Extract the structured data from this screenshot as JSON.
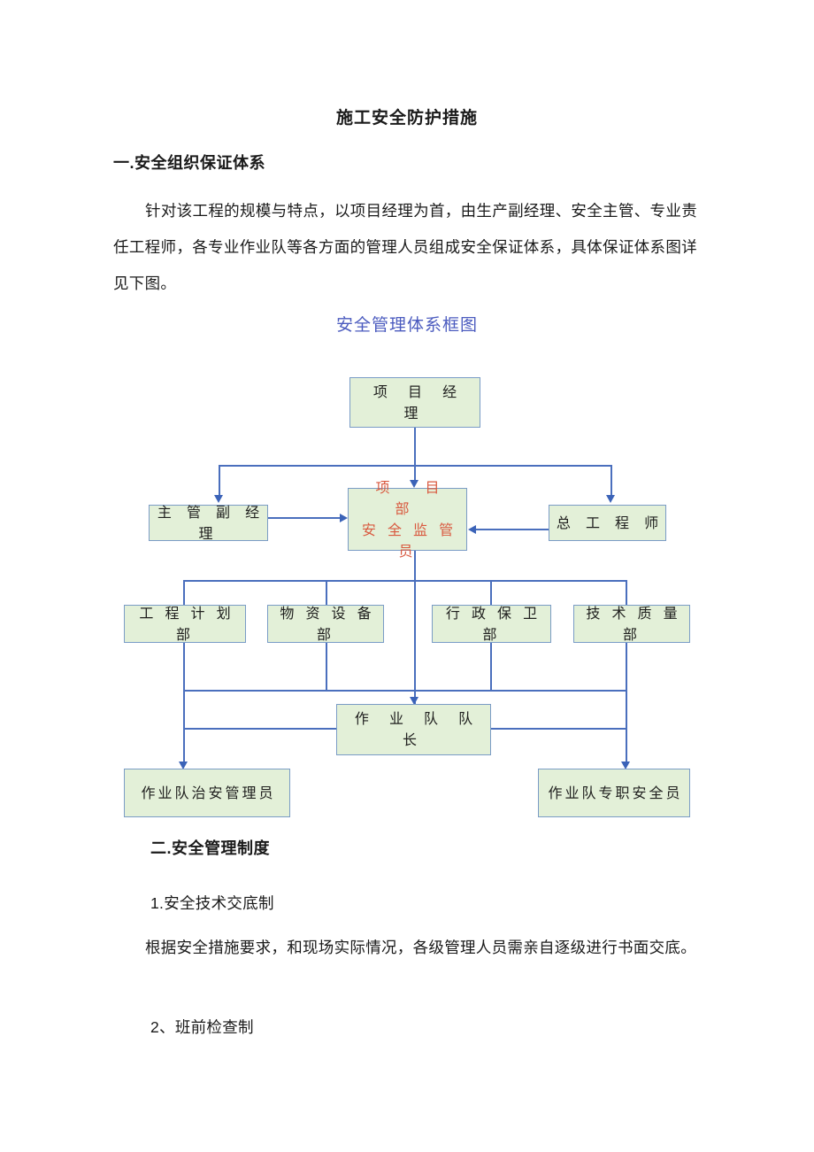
{
  "document": {
    "title": "施工安全防护措施",
    "section_1_heading": "一.安全组织保证体系",
    "paragraph_1": "针对该工程的规模与特点，以项目经理为首，由生产副经理、安全主管、专业责任工程师，各专业作业队等各方面的管理人员组成安全保证体系，具体保证体系图详见下图。",
    "section_2_heading": "二.安全管理制度",
    "item_1_heading": "1.安全技术交底制",
    "paragraph_2": "根据安全措施要求，和现场实际情况，各级管理人员需亲自逐级进行书面交底。",
    "item_2_heading": "2、班前检查制"
  },
  "diagram": {
    "title": "安全管理体系框图",
    "colors": {
      "title_text": "#4b5bbf",
      "node_fill": "#e3f0d8",
      "node_border": "#7a9cc6",
      "connector": "#4a6fbd",
      "highlight_text": "#d9593f",
      "node_text": "#20201f"
    },
    "nodes": {
      "project_manager": "项 目 经 理",
      "deputy_manager": "主 管 副 经 理",
      "safety_supervisor_line1": "项　目　部",
      "safety_supervisor_line2": "安 全 监 管 员",
      "chief_engineer": "总 工 程 师",
      "dept_engineering_plan": "工 程 计 划 部",
      "dept_material_equipment": "物 资 设 备 部",
      "dept_admin_security": "行 政 保 卫 部",
      "dept_tech_quality": "技 术 质 量 部",
      "team_leader": "作 业 队 队 长",
      "team_public_security_officer": "作业队治安管理员",
      "team_full_time_safety_officer": "作业队专职安全员"
    }
  }
}
